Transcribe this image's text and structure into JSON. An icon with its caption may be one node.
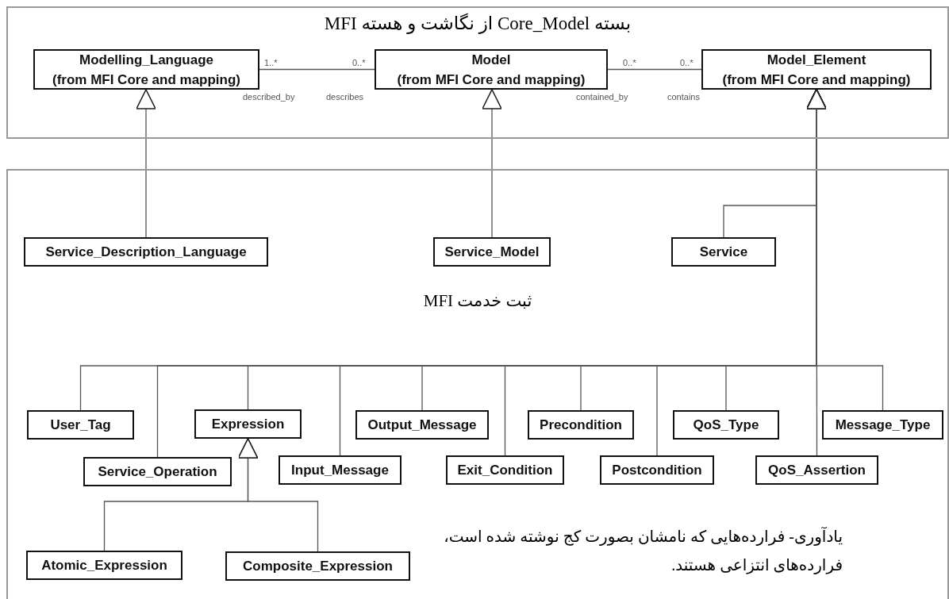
{
  "diagram": {
    "nodes": [
      {
        "text": [
          "بسته Core_Model از نگاشت و هسته MFI"
        ]
      },
      {
        "text": [
          "Modelling_Language",
          "(from MFI Core and mapping)"
        ],
        "in": 0
      },
      {
        "text": [
          "Model",
          "(from MFI Core and mapping)"
        ],
        "in": 0
      },
      {
        "text": [
          "Model_Element",
          "(from MFI Core and mapping)"
        ],
        "in": 0
      },
      {
        "text": [
          "ثبت خدمت MFI"
        ]
      },
      {
        "text": [
          "Service_Description_Language"
        ],
        "in": 4
      },
      {
        "text": [
          "Service_Model"
        ],
        "in": 4
      },
      {
        "text": [
          "Service"
        ],
        "in": 4
      },
      {
        "text": [
          "User_Tag"
        ],
        "in": 4
      },
      {
        "text": [
          "Expression"
        ],
        "in": 4
      },
      {
        "text": [
          "Output_Message"
        ],
        "in": 4
      },
      {
        "text": [
          "Precondition"
        ],
        "in": 4
      },
      {
        "text": [
          "QoS_Type"
        ],
        "in": 4
      },
      {
        "text": [
          "Message_Type"
        ],
        "in": 4
      },
      {
        "text": [
          "Service_Operation"
        ],
        "in": 4
      },
      {
        "text": [
          "Input_Message"
        ],
        "in": 4
      },
      {
        "text": [
          "Exit_Condition"
        ],
        "in": 4
      },
      {
        "text": [
          "Postcondition"
        ],
        "in": 4
      },
      {
        "text": [
          "QoS_Assertion"
        ],
        "in": 4
      },
      {
        "text": [
          "Atomic_Expression"
        ],
        "in": 4
      },
      {
        "text": [
          "Composite_Expression"
        ],
        "in": 4
      }
    ],
    "edges": [
      {
        "from": 1,
        "to": 2,
        "arrow": "none"
      },
      {
        "from": 2,
        "to": 3,
        "arrow": "none"
      },
      {
        "from": 5,
        "to": 1,
        "arrow": "to"
      },
      {
        "from": 6,
        "to": 2,
        "arrow": "to"
      },
      {
        "from": 7,
        "to": 3,
        "arrow": "to"
      },
      {
        "from": 8,
        "to": 3,
        "arrow": "to"
      },
      {
        "from": 9,
        "to": 3,
        "arrow": "to"
      },
      {
        "from": 10,
        "to": 3,
        "arrow": "to"
      },
      {
        "from": 11,
        "to": 3,
        "arrow": "to"
      },
      {
        "from": 12,
        "to": 3,
        "arrow": "to"
      },
      {
        "from": 13,
        "to": 3,
        "arrow": "to"
      },
      {
        "from": 14,
        "to": 3,
        "arrow": "to"
      },
      {
        "from": 15,
        "to": 3,
        "arrow": "to"
      },
      {
        "from": 16,
        "to": 3,
        "arrow": "to"
      },
      {
        "from": 17,
        "to": 3,
        "arrow": "to"
      },
      {
        "from": 18,
        "to": 3,
        "arrow": "to"
      },
      {
        "from": 19,
        "to": 9,
        "arrow": "to"
      },
      {
        "from": 20,
        "to": 9,
        "arrow": "to"
      }
    ],
    "labels": [
      "1..*",
      "0..*",
      "0..*",
      "0..*",
      "described_by",
      "describes",
      "contained_by",
      "contains",
      "یادآوری- فرارده‌هایی که نامشان بصورت کج نوشته شده است، فرارده‌های انتزاعی هستند."
    ]
  }
}
